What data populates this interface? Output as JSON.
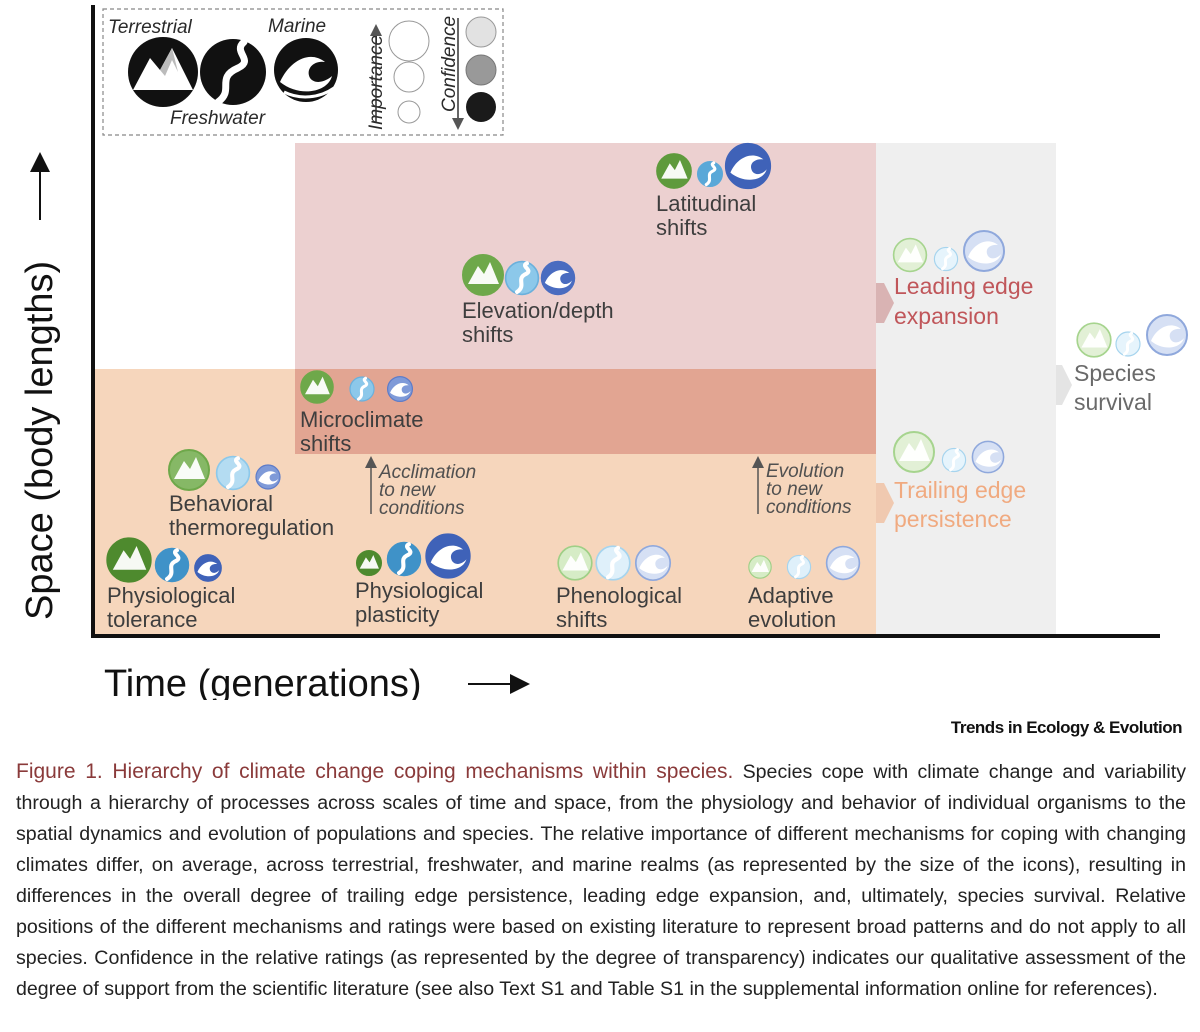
{
  "legend": {
    "terrestrial": "Terrestrial",
    "marine": "Marine",
    "freshwater": "Freshwater",
    "importance": "Importance",
    "confidence": "Confidence"
  },
  "mechanisms": {
    "latitudinal": [
      "Latitudinal",
      "shifts"
    ],
    "elevation": [
      "Elevation/depth",
      "shifts"
    ],
    "microclimate": [
      "Microclimate",
      "shifts"
    ],
    "behavioral": [
      "Behavioral",
      "thermoregulation"
    ],
    "physiological_tolerance": [
      "Physiological",
      "tolerance"
    ],
    "physiological_plasticity": [
      "Physiological",
      "plasticity"
    ],
    "phenological": [
      "Phenological",
      "shifts"
    ],
    "adaptive": [
      "Adaptive",
      "evolution"
    ]
  },
  "notes": {
    "acclimation": [
      "Acclimation",
      "to new",
      "conditions"
    ],
    "evolution": [
      "Evolution",
      "to new",
      "conditions"
    ]
  },
  "outcomes": {
    "leading": [
      "Leading edge",
      "expansion"
    ],
    "trailing": [
      "Trailing edge",
      "persistence"
    ],
    "survival": [
      "Species",
      "survival"
    ]
  },
  "axes": {
    "y_label": "Space (body lengths)",
    "x_label": "Time (generations)"
  },
  "colors": {
    "terrestrial": "#5e9a3c",
    "freshwater": "#5aa8d8",
    "marine": "#3f62b8",
    "leading": "#c0565a",
    "trailing": "#f0aa80"
  },
  "credit": "Trends in Ecology & Evolution",
  "caption": {
    "title": "Figure 1. Hierarchy of climate change coping mechanisms within species.",
    "body": "Species cope with climate change and variability through a hierarchy of processes across scales of time and space, from the physiology and behavior of individual organisms to the spatial dynamics and evolution of populations and species. The relative importance of different mechanisms for coping with changing climates differ, on average, across terrestrial, freshwater, and marine realms (as represented by the size of the icons), resulting in differences in the overall degree of trailing edge persistence, leading edge expansion, and, ultimately, species survival. Relative positions of the different mechanisms and ratings were based on existing literature to represent broad patterns and do not apply to all species. Confidence in the relative ratings (as represented by the degree of transparency) indicates our qualitative assessment of the degree of support from the scientific literature (see also Text S1 and Table S1 in the supplemental information online for references)."
  }
}
